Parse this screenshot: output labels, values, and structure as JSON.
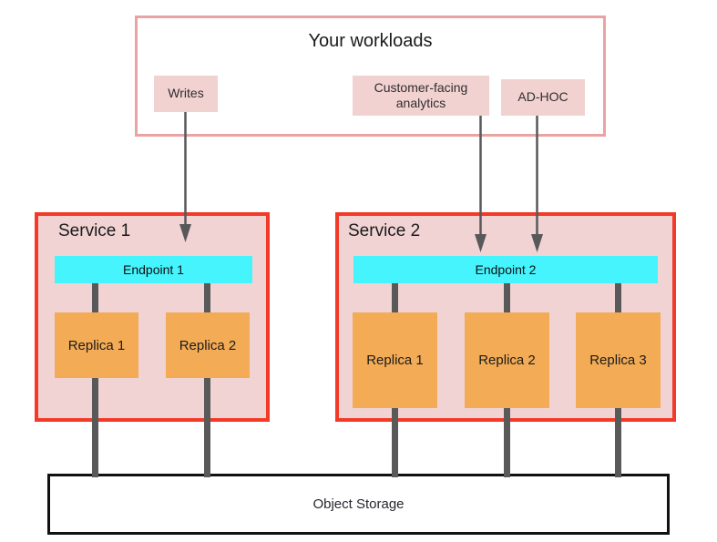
{
  "diagram": {
    "workloads": {
      "title": "Your workloads",
      "items": [
        {
          "label": "Writes"
        },
        {
          "label": "Customer-facing analytics"
        },
        {
          "label": "AD-HOC"
        }
      ]
    },
    "services": [
      {
        "name": "Service 1",
        "endpoint": "Endpoint 1",
        "replicas": [
          {
            "label": "Replica 1"
          },
          {
            "label": "Replica 2"
          }
        ]
      },
      {
        "name": "Service 2",
        "endpoint": "Endpoint 2",
        "replicas": [
          {
            "label": "Replica 1"
          },
          {
            "label": "Replica 2"
          },
          {
            "label": "Replica 3"
          }
        ]
      }
    ],
    "storage": {
      "label": "Object Storage"
    },
    "colors": {
      "workload_border": "#e9a3a3",
      "chip_fill": "#f2d1d1",
      "service_fill": "#f1d3d3",
      "service_border": "#f13a27",
      "endpoint_fill": "#45f4fd",
      "replica_fill": "#f3ac55",
      "connector": "#595959",
      "arrow": "#58585b",
      "storage_border": "#111111"
    }
  }
}
